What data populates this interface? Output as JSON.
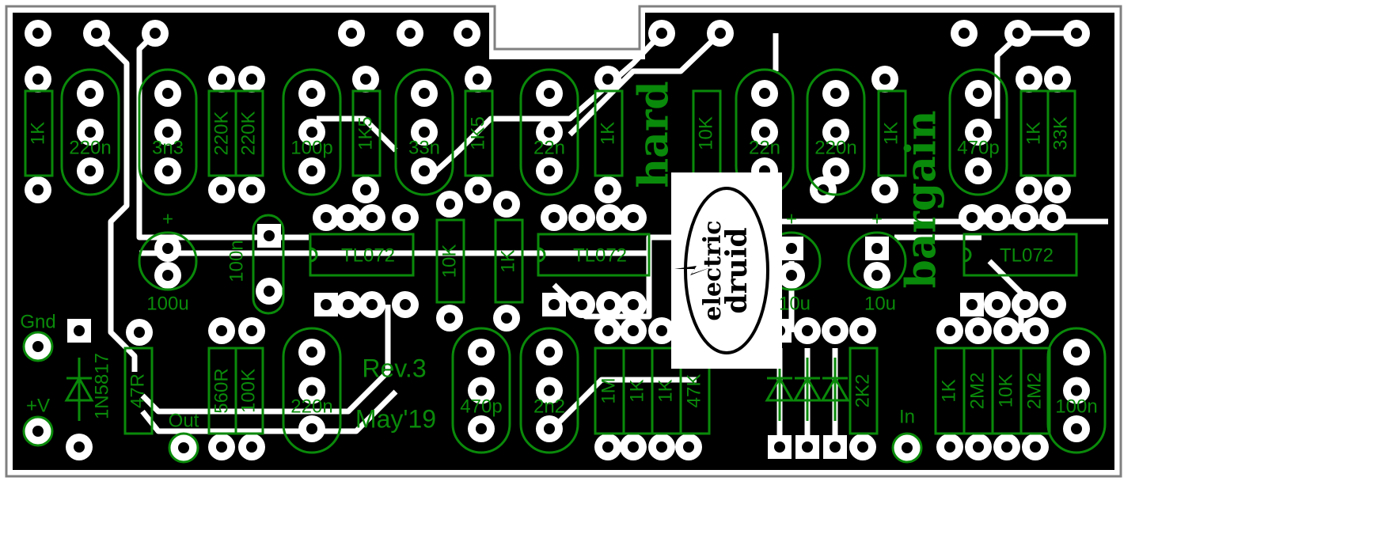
{
  "title_text": {
    "line1": "hard",
    "line2": "bargain"
  },
  "logo": {
    "line1": "electric",
    "line2": "druid"
  },
  "revision": "Rev.3",
  "date": "May'19",
  "connectors": {
    "gnd": "Gnd",
    "vplus": "+V",
    "out": "Out",
    "in": "In"
  },
  "resistors_top": [
    "1K",
    "220K",
    "220K",
    "1K5",
    "1K5",
    "1K",
    "10K",
    "1K",
    "1K",
    "33K"
  ],
  "caps_top": [
    "220n",
    "3n3",
    "100p",
    "33n",
    "22n",
    "22n",
    "220n",
    "470p"
  ],
  "ics": [
    "TL072",
    "TL072",
    "TL072"
  ],
  "electrolytics": [
    {
      "value": "100u",
      "polarity": "+"
    },
    {
      "value": "10u",
      "polarity": "+"
    },
    {
      "value": "10u",
      "polarity": "+"
    }
  ],
  "box_cap": "100n",
  "resistors_mid": [
    "10K",
    "1K"
  ],
  "resistors_bottom": [
    "47R",
    "560R",
    "100K",
    "1M",
    "1K",
    "1K",
    "47K",
    "2K2",
    "1K",
    "2M2",
    "10K",
    "2M2"
  ],
  "caps_bottom": [
    "220n",
    "470p",
    "2n2",
    "100n"
  ],
  "diode_label": "1N5817",
  "colors": {
    "silk": "#0a8a0a",
    "copper": "#000000",
    "trace": "#ffffff",
    "outline": "#808080"
  }
}
